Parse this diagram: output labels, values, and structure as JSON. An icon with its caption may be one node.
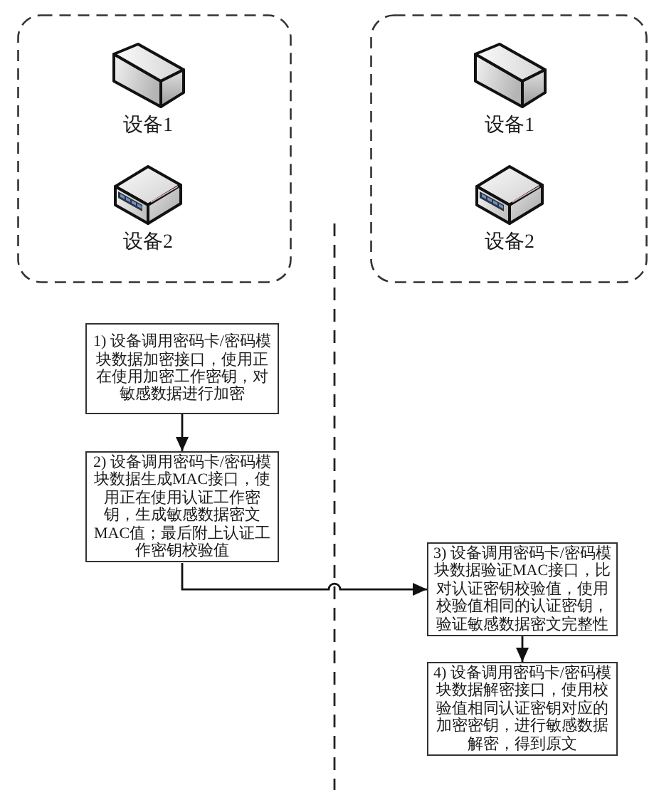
{
  "diagram": {
    "nodes": [
      {
        "text": [],
        "shape": "box"
      },
      {
        "text": [
          "设备1"
        ],
        "in": 0
      },
      {
        "text": [
          "设备2"
        ],
        "in": 0
      },
      {
        "text": [],
        "shape": "box"
      },
      {
        "text": [
          "设备1"
        ],
        "in": 3
      },
      {
        "text": [
          "设备2"
        ],
        "in": 3
      },
      {
        "text": [
          "1) 设备调用密码卡/密码模块数据加密接口，使用正在使用加密工作密钥，对敏感数据进行加密"
        ]
      },
      {
        "text": [
          "2) 设备调用密码卡/密码模块数据生成MAC接口，使用正在使用认证工作密钥，生成敏感数据密文MAC值；最后附上认证工作密钥校验值"
        ]
      },
      {
        "text": [
          "3) 设备调用密码卡/密码模块数据验证MAC接口，比对认证密钥校验值，使用校验值相同的认证密钥，验证敏感数据密文完整性"
        ]
      },
      {
        "text": [
          "4) 设备调用密码卡/密码模块数据解密接口，使用校验值相同认证密钥对应的加密密钥，进行敏感数据解密，得到原文"
        ]
      }
    ],
    "edges": [
      {
        "from": 6,
        "to": 7,
        "arrow": "to"
      },
      {
        "from": 7,
        "to": 8,
        "arrow": "to"
      },
      {
        "from": 8,
        "to": 9,
        "arrow": "to"
      }
    ]
  }
}
